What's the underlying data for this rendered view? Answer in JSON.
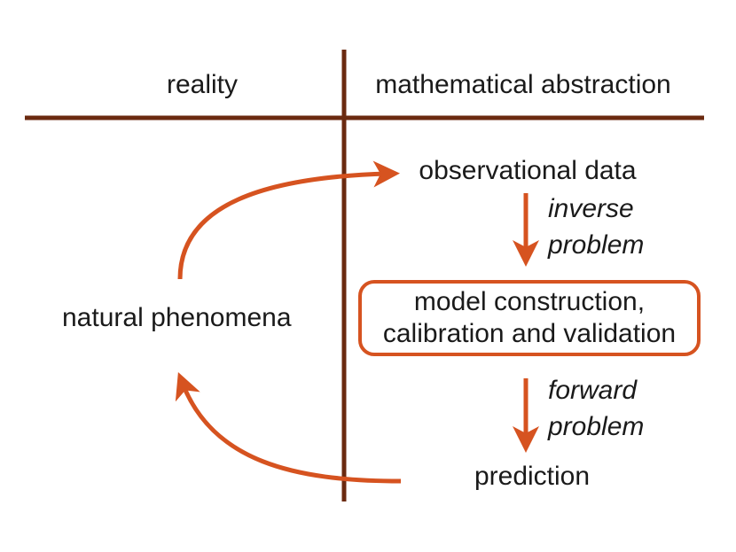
{
  "colors": {
    "grid_lines": "#6b2a10",
    "arrows": "#d65320",
    "text": "#1a1a1a"
  },
  "headers": {
    "left": "reality",
    "right": "mathematical abstraction"
  },
  "nodes": {
    "natural_phenomena": "natural phenomena",
    "observational_data": "observational data",
    "model_line1": "model construction,",
    "model_line2": "calibration and validation",
    "prediction": "prediction"
  },
  "arrow_labels": {
    "inverse_line1": "inverse",
    "inverse_line2": "problem",
    "forward_line1": "forward",
    "forward_line2": "problem"
  }
}
